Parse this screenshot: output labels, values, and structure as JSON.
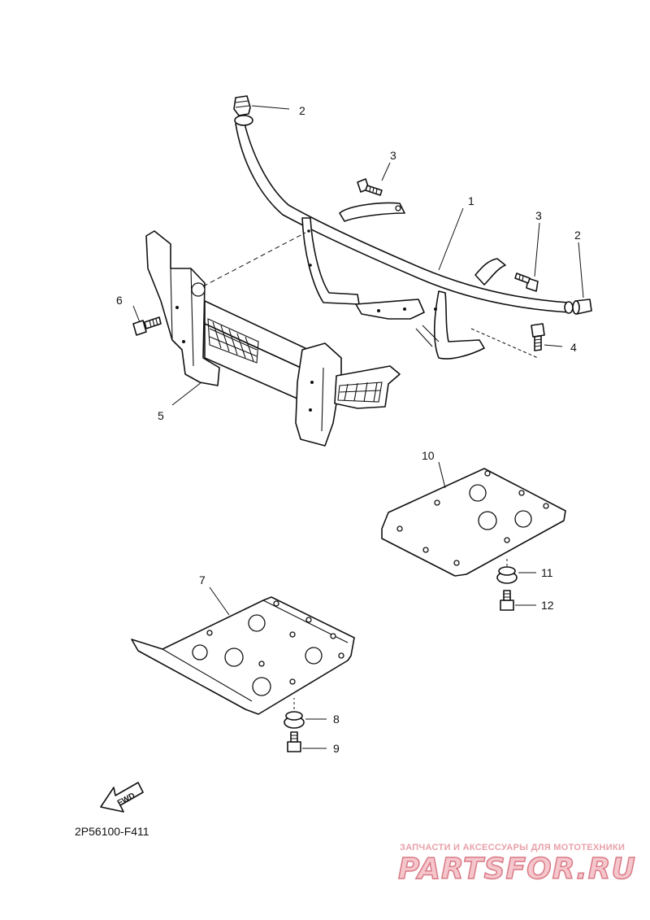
{
  "callouts": {
    "c1": "1",
    "c2a": "2",
    "c2b": "2",
    "c3a": "3",
    "c3b": "3",
    "c4": "4",
    "c5": "5",
    "c6": "6",
    "c7": "7",
    "c8": "8",
    "c9": "9",
    "c10": "10",
    "c11": "11",
    "c12": "12"
  },
  "fwd_label": "FWD",
  "diagram_code": "2P56100-F411",
  "watermark": {
    "tagline": "ЗАПЧАСТИ И АКСЕССУАРЫ ДЛЯ МОТОТЕХНИКИ",
    "site": "PARTSFOR.RU"
  }
}
